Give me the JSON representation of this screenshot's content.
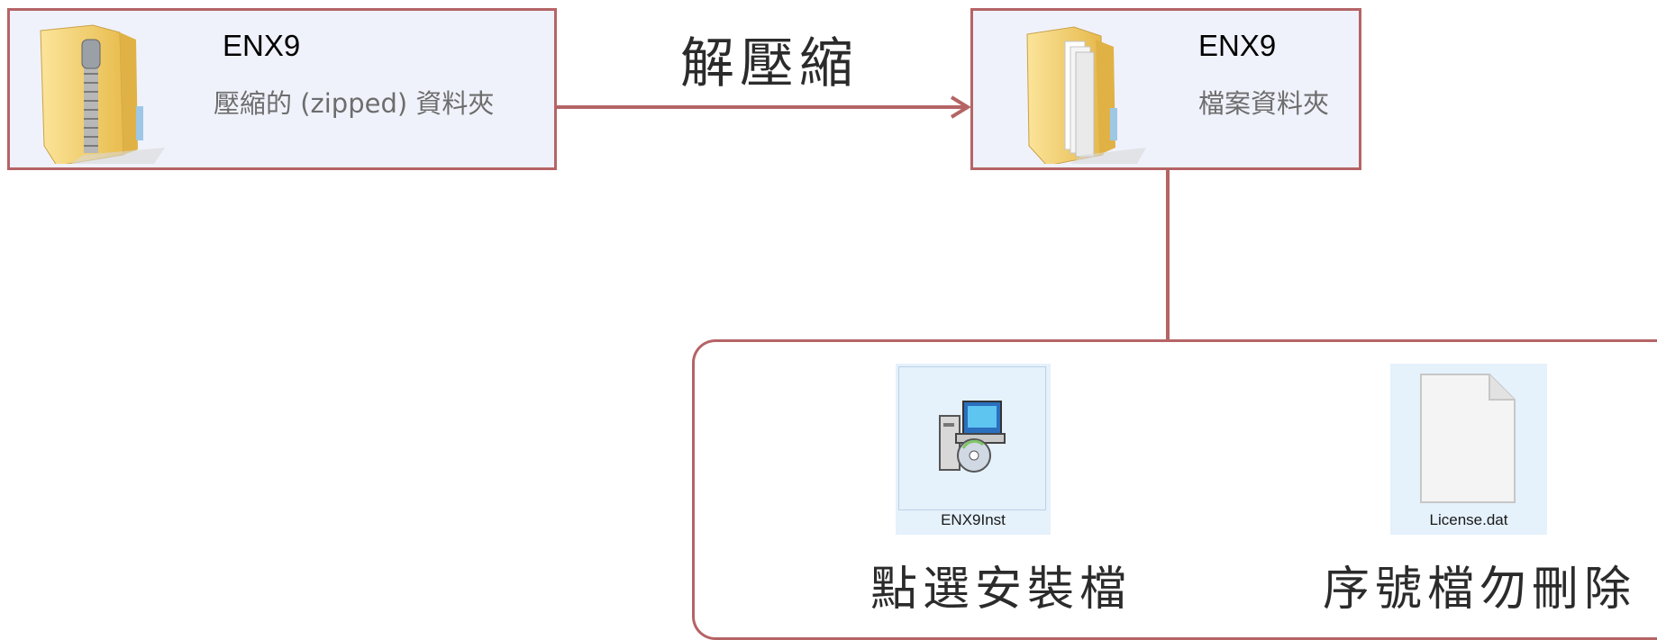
{
  "zip_item": {
    "name": "ENX9",
    "type": "壓縮的 (zipped) 資料夾",
    "icon": "zipped-folder-icon"
  },
  "unzip_label": "解壓縮",
  "folder_item": {
    "name": "ENX9",
    "type": "檔案資料夾",
    "icon": "folder-icon"
  },
  "contents": {
    "installer": {
      "file_name": "ENX9Inst",
      "caption": "點選安裝檔",
      "icon": "installer-icon"
    },
    "license": {
      "file_name": "License.dat",
      "caption": "序號檔勿刪除",
      "icon": "blank-document-icon"
    }
  },
  "colors": {
    "connector": "#b56466",
    "item_background": "#f0f2fb",
    "tile_background": "#e5f1fb",
    "folder_yellow": "#f2cf6a"
  }
}
